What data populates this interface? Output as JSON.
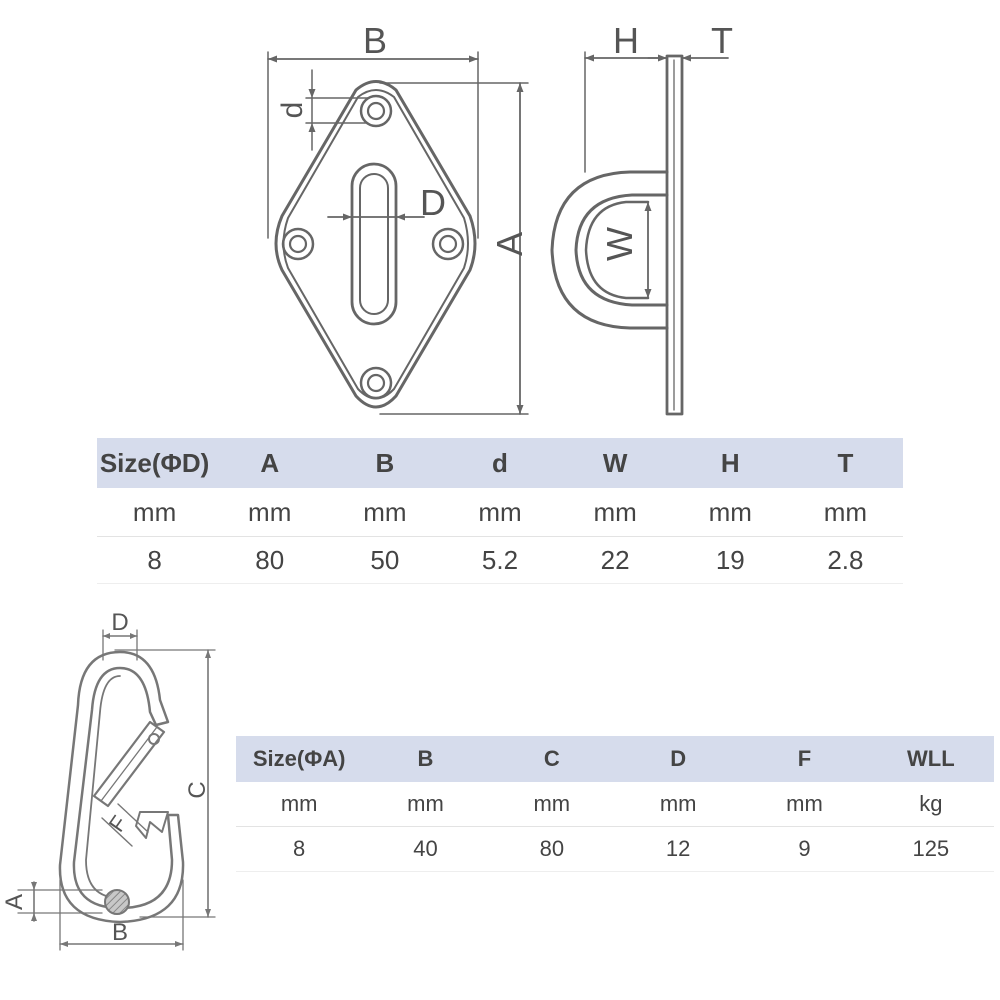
{
  "plate_drawing": {
    "labels": {
      "B": "B",
      "H": "H",
      "T": "T",
      "d": "d",
      "D": "D",
      "A": "A",
      "W": "W"
    }
  },
  "plate_table": {
    "headers": [
      "Size(ΦD)",
      "A",
      "B",
      "d",
      "W",
      "H",
      "T"
    ],
    "units": [
      "mm",
      "mm",
      "mm",
      "mm",
      "mm",
      "mm",
      "mm"
    ],
    "values": [
      "8",
      "80",
      "50",
      "5.2",
      "22",
      "19",
      "2.8"
    ]
  },
  "hook_drawing": {
    "labels": {
      "D": "D",
      "C": "C",
      "F": "F",
      "A": "A",
      "B": "B"
    }
  },
  "hook_table": {
    "headers": [
      "Size(ΦA)",
      "B",
      "C",
      "D",
      "F",
      "WLL"
    ],
    "units": [
      "mm",
      "mm",
      "mm",
      "mm",
      "mm",
      "kg"
    ],
    "values": [
      "8",
      "40",
      "80",
      "12",
      "9",
      "125"
    ]
  }
}
